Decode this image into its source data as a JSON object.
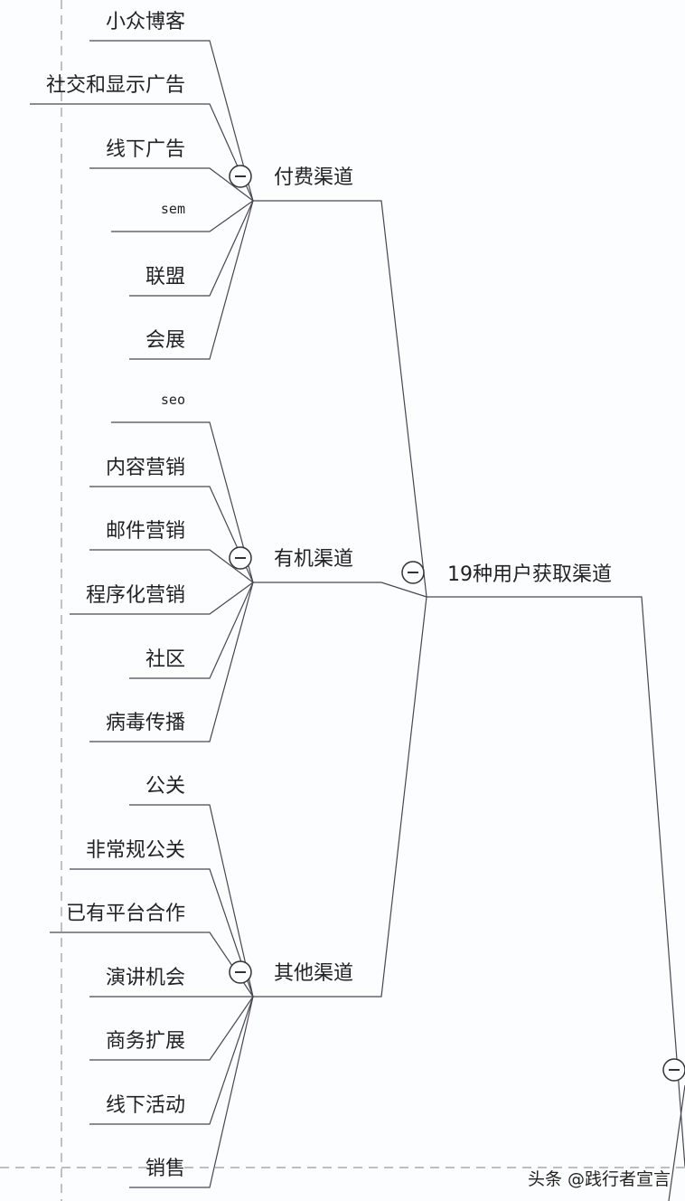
{
  "root": {
    "label": "19种用户获取渠道"
  },
  "groups": [
    {
      "label": "付费渠道",
      "children": [
        "小众博客",
        "社交和显示广告",
        "线下广告",
        "sem",
        "联盟",
        "会展"
      ]
    },
    {
      "label": "有机渠道",
      "children": [
        "seo",
        "内容营销",
        "邮件营销",
        "程序化营销",
        "社区",
        "病毒传播"
      ]
    },
    {
      "label": "其他渠道",
      "children": [
        "公关",
        "非常规公关",
        "已有平台合作",
        "演讲机会",
        "商务扩展",
        "线下活动",
        "销售"
      ]
    }
  ],
  "watermark": "头条 @践行者宣言",
  "colors": {
    "line": "#4a4550",
    "background": "#fbfdff"
  }
}
